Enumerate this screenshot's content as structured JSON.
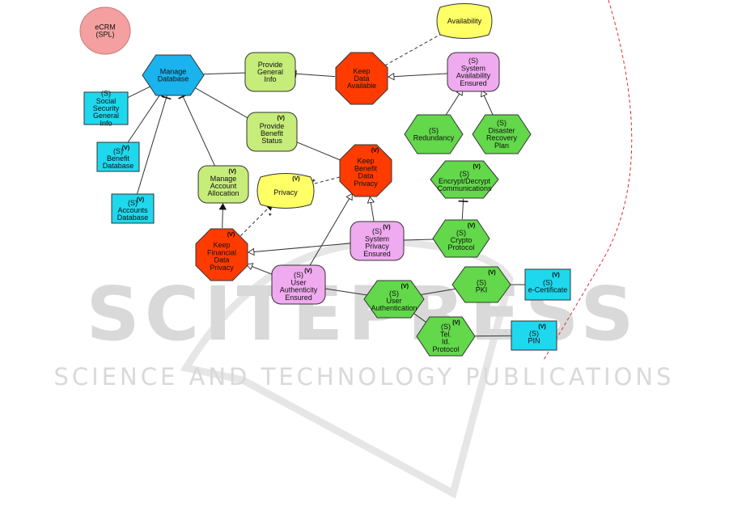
{
  "diagram": {
    "nodes": [
      {
        "id": "ecrm",
        "lines": [
          "eCRM",
          "(SPL)"
        ],
        "tag": "",
        "shape": "circle",
        "color": "#f4a0a0"
      },
      {
        "id": "manage-database",
        "lines": [
          "Manage",
          "Database"
        ],
        "tag": "",
        "shape": "hexagon",
        "color": "#1ab3ee"
      },
      {
        "id": "provide-general-info",
        "lines": [
          "Provide",
          "General",
          "Info"
        ],
        "tag": "",
        "shape": "rounded",
        "color": "#c6ec7a"
      },
      {
        "id": "keep-data-available",
        "lines": [
          "Keep",
          "Data",
          "Available"
        ],
        "tag": "",
        "shape": "octagon",
        "color": "#ff3b00"
      },
      {
        "id": "availability",
        "lines": [
          "Availability"
        ],
        "tag": "",
        "shape": "softgoal",
        "color": "#ffff66"
      },
      {
        "id": "system-availability-ensured",
        "lines": [
          "(S)",
          "System",
          "Availability",
          "Ensured"
        ],
        "tag": "",
        "shape": "rounded",
        "color": "#f0aaf0"
      },
      {
        "id": "social-security-general-info",
        "lines": [
          "(S)",
          "Social",
          "Security",
          "General",
          "Info"
        ],
        "tag": "",
        "shape": "rect",
        "color": "#1ed8ee"
      },
      {
        "id": "provide-benefit-status",
        "lines": [
          "Provide",
          "Benefit",
          "Status"
        ],
        "tag": "(V)",
        "shape": "rounded",
        "color": "#c6ec7a"
      },
      {
        "id": "redundancy",
        "lines": [
          "(S)",
          "Redundancy"
        ],
        "tag": "",
        "shape": "hexagon",
        "color": "#62d84a"
      },
      {
        "id": "disaster-recovery-plan",
        "lines": [
          "(S)",
          "Disaster",
          "Recovery",
          "Plan"
        ],
        "tag": "",
        "shape": "hexagon",
        "color": "#62d84a"
      },
      {
        "id": "benefit-database",
        "lines": [
          "(S)",
          "Benefit",
          "Database"
        ],
        "tag": "(V)",
        "shape": "rect",
        "color": "#1ed8ee"
      },
      {
        "id": "keep-benefit-data-privacy",
        "lines": [
          "Keep",
          "Benefit",
          "Data",
          "Privacy"
        ],
        "tag": "(V)",
        "shape": "octagon",
        "color": "#ff3b00"
      },
      {
        "id": "encrypt-decrypt-communications",
        "lines": [
          "(S)",
          "Encrypt/Decrypt",
          "Communications"
        ],
        "tag": "(V)",
        "shape": "hexagon",
        "color": "#62d84a"
      },
      {
        "id": "manage-account-allocation",
        "lines": [
          "Manage",
          "Account",
          "Allocation"
        ],
        "tag": "(V)",
        "shape": "rounded",
        "color": "#c6ec7a"
      },
      {
        "id": "privacy",
        "lines": [
          "Privacy"
        ],
        "tag": "(V)",
        "shape": "softgoal",
        "color": "#ffff66"
      },
      {
        "id": "accounts-database",
        "lines": [
          "(S)",
          "Accounts",
          "Database"
        ],
        "tag": "(V)",
        "shape": "rect",
        "color": "#1ed8ee"
      },
      {
        "id": "system-privacy-ensured",
        "lines": [
          "(S)",
          "System",
          "Privacy",
          "Ensured"
        ],
        "tag": "(V)",
        "shape": "rounded",
        "color": "#f0aaf0"
      },
      {
        "id": "crypto-protocol",
        "lines": [
          "(S)",
          "Crypto",
          "Protocol"
        ],
        "tag": "(V)",
        "shape": "hexagon",
        "color": "#62d84a"
      },
      {
        "id": "keep-financial-data-privacy",
        "lines": [
          "Keep",
          "Financial",
          "Data",
          "Privacy"
        ],
        "tag": "(V)",
        "shape": "octagon",
        "color": "#ff3b00"
      },
      {
        "id": "pki",
        "lines": [
          "(S)",
          "PKI"
        ],
        "tag": "(V)",
        "shape": "hexagon",
        "color": "#62d84a"
      },
      {
        "id": "e-certificate",
        "lines": [
          "(S)",
          "e-Certificate"
        ],
        "tag": "(V)",
        "shape": "rect",
        "color": "#1ed8ee"
      },
      {
        "id": "user-authenticity-ensured",
        "lines": [
          "(S)",
          "User",
          "Authenticity",
          "Ensured"
        ],
        "tag": "(V)",
        "shape": "rounded",
        "color": "#f0aaf0"
      },
      {
        "id": "user-authentication",
        "lines": [
          "(S)",
          "User",
          "Authentication"
        ],
        "tag": "(V)",
        "shape": "hexagon",
        "color": "#62d84a"
      },
      {
        "id": "tel-id-protocol",
        "lines": [
          "(S)",
          "Tel.",
          "Id.",
          "Protocol"
        ],
        "tag": "(V)",
        "shape": "hexagon",
        "color": "#62d84a"
      },
      {
        "id": "pin",
        "lines": [
          "(S)",
          "PIN"
        ],
        "tag": "(V)",
        "shape": "rect",
        "color": "#1ed8ee"
      }
    ],
    "edges": [
      {
        "from": "provide-general-info",
        "to": "manage-database",
        "type": "decomp"
      },
      {
        "from": "keep-data-available",
        "to": "provide-general-info",
        "type": "arrow"
      },
      {
        "from": "keep-data-available",
        "to": "availability",
        "type": "dashed",
        "label": ""
      },
      {
        "from": "system-availability-ensured",
        "to": "keep-data-available",
        "type": "means"
      },
      {
        "from": "redundancy",
        "to": "system-availability-ensured",
        "type": "means"
      },
      {
        "from": "disaster-recovery-plan",
        "to": "system-availability-ensured",
        "type": "means"
      },
      {
        "from": "social-security-general-info",
        "to": "manage-database",
        "type": "decomp"
      },
      {
        "from": "benefit-database",
        "to": "manage-database",
        "type": "decomp"
      },
      {
        "from": "accounts-database",
        "to": "manage-database",
        "type": "decomp"
      },
      {
        "from": "provide-benefit-status",
        "to": "manage-database",
        "type": "decomp"
      },
      {
        "from": "manage-account-allocation",
        "to": "manage-database",
        "type": "decomp"
      },
      {
        "from": "keep-benefit-data-privacy",
        "to": "provide-benefit-status",
        "type": "arrow"
      },
      {
        "from": "keep-benefit-data-privacy",
        "to": "privacy",
        "type": "dashed",
        "label": "+"
      },
      {
        "from": "keep-financial-data-privacy",
        "to": "manage-account-allocation",
        "type": "arrow"
      },
      {
        "from": "keep-financial-data-privacy",
        "to": "privacy",
        "type": "dashed",
        "label": "+"
      },
      {
        "from": "system-privacy-ensured",
        "to": "keep-benefit-data-privacy",
        "type": "means"
      },
      {
        "from": "system-privacy-ensured",
        "to": "keep-financial-data-privacy",
        "type": "means"
      },
      {
        "from": "crypto-protocol",
        "to": "system-privacy-ensured",
        "type": "means"
      },
      {
        "from": "crypto-protocol",
        "to": "encrypt-decrypt-communications",
        "type": "decomp"
      },
      {
        "from": "user-authenticity-ensured",
        "to": "keep-benefit-data-privacy",
        "type": "means"
      },
      {
        "from": "user-authenticity-ensured",
        "to": "keep-financial-data-privacy",
        "type": "means"
      },
      {
        "from": "user-authentication",
        "to": "user-authenticity-ensured",
        "type": "means"
      },
      {
        "from": "pki",
        "to": "user-authentication",
        "type": "decomp"
      },
      {
        "from": "e-certificate",
        "to": "pki",
        "type": "decomp"
      },
      {
        "from": "tel-id-protocol",
        "to": "user-authentication",
        "type": "decomp"
      },
      {
        "from": "pin",
        "to": "tel-id-protocol",
        "type": "decomp"
      }
    ]
  },
  "watermark": {
    "big": "SCITEPRESS",
    "small": "SCIENCE AND TECHNOLOGY PUBLICATIONS"
  },
  "colors": {
    "boundary": "#e03030",
    "edge": "#333333",
    "watermark": "#d9d9d9"
  }
}
